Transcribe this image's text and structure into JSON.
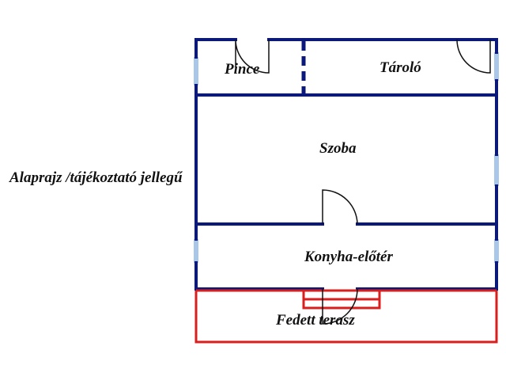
{
  "caption": "Alaprajz /tájékoztató jellegű",
  "rooms": {
    "pince": "Pince",
    "tarolo": "Tároló",
    "szoba": "Szoba",
    "konyha": "Konyha-előtér",
    "terasz": "Fedett terasz"
  },
  "colors": {
    "wall": "#0b1a7a",
    "window": "#a9c7e8",
    "terrace": "#d91e1e",
    "door": "#111111"
  }
}
